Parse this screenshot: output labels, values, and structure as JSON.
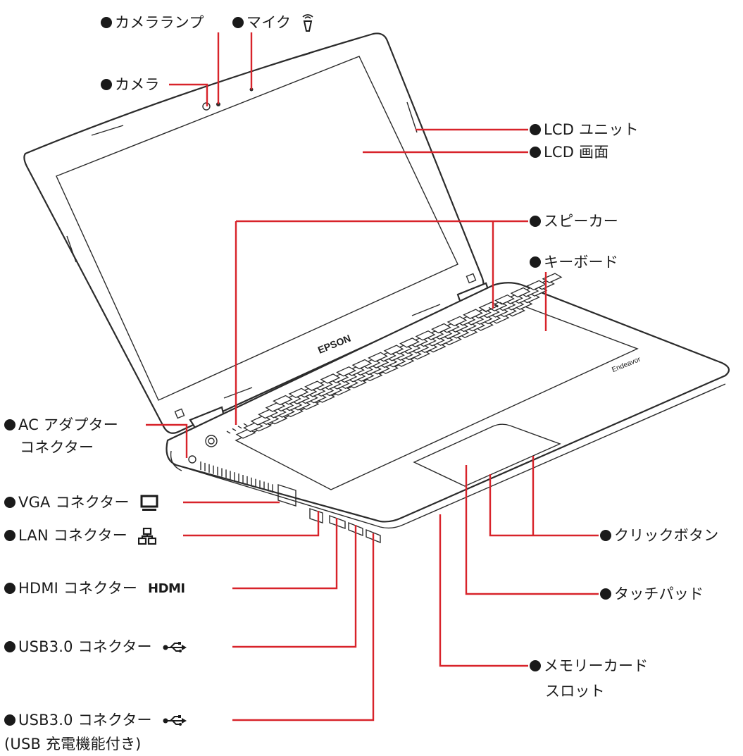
{
  "labels": {
    "camera_lamp": "カメラランプ",
    "mic": "マイク",
    "camera": "カメラ",
    "lcd_unit": "LCD ユニット",
    "lcd_screen": "LCD 画面",
    "speaker": "スピーカー",
    "keyboard": "キーボード",
    "ac_adapter_line1": "AC アダプター",
    "ac_adapter_line2": "コネクター",
    "vga": "VGA コネクター",
    "lan": "LAN コネクター",
    "hdmi": "HDMI コネクター",
    "usb30_a": "USB3.0 コネクター",
    "usb30_b": "USB3.0 コネクター",
    "usb30_b_note": "(USB 充電機能付き)",
    "click_button": "クリックボタン",
    "touchpad": "タッチパッド",
    "memory_card_line1": "メモリーカード",
    "memory_card_line2": "スロット"
  },
  "device": {
    "brand": "EPSON",
    "model_mark": "Endeavor",
    "hdmi_logo": "HDMI"
  },
  "colors": {
    "leader_line": "#d8232a",
    "outline": "#2b2b2b",
    "text": "#1a1a1a"
  },
  "icons": [
    "mic-icon",
    "monitor-icon",
    "lan-icon",
    "hdmi-logo-icon",
    "usb-icon",
    "usb-icon"
  ]
}
